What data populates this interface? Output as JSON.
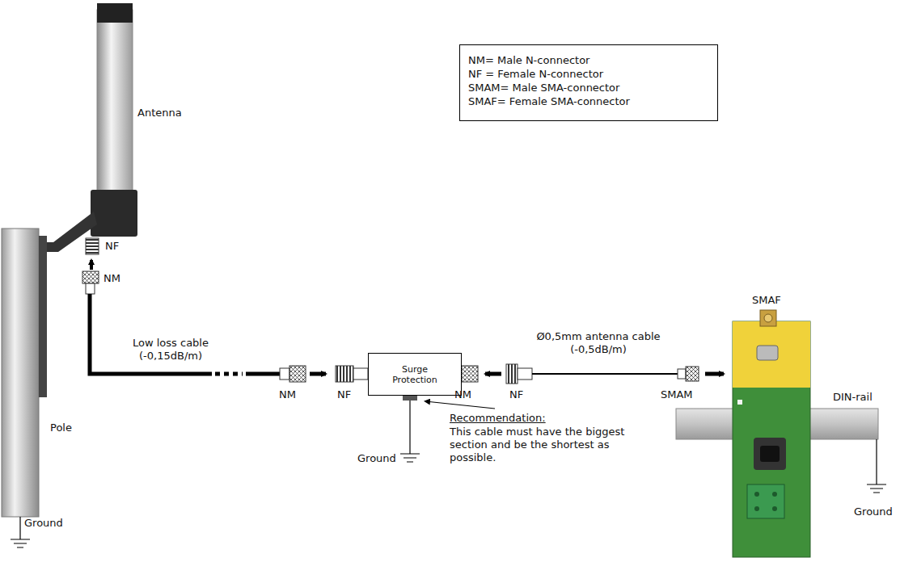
{
  "diagram": {
    "nodes": [
      {
        "text": [
          "NM= Male N-connector",
          "NF = Female N-connector",
          "SMAM= Male SMA-connector",
          "SMAF= Female SMA-connector"
        ]
      },
      {
        "text": [
          "Surge Protection"
        ]
      }
    ],
    "labels": [
      "Antenna",
      "NF",
      "NM",
      "Low loss cable (-0,15dB/m)",
      "Pole",
      "NM",
      "NF",
      "NM",
      "NF",
      "Ø0,5mm antenna cable (-0,5dB/m)",
      "SMAF",
      "SMAM",
      "DIN-rail",
      "Ground",
      "Recommendation:",
      "This cable must have the biggest section and be the shortest as possible.",
      "Ground",
      "Ground"
    ]
  }
}
